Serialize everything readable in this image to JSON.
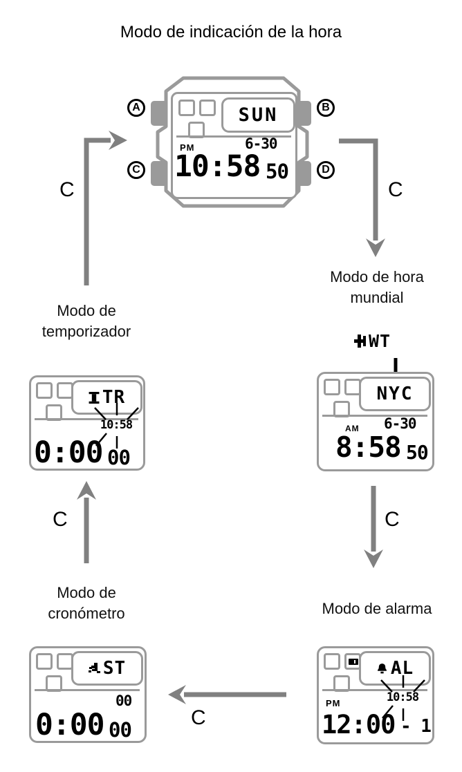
{
  "title": "Modo de indicación de la hora",
  "press_key_label": "C",
  "watch_buttons": {
    "a": "A",
    "b": "B",
    "c": "C",
    "d": "D"
  },
  "colors": {
    "case_gray": "#9a9a9a",
    "arrow_gray": "#808080",
    "ink": "#000000"
  },
  "timekeeping": {
    "day": "SUN",
    "ampm": "PM",
    "date": "6-30",
    "time": "10:58",
    "seconds": "50"
  },
  "world_time": {
    "label_line1": "Modo de hora",
    "label_line2": "mundial",
    "indicator": "WT",
    "city": "NYC",
    "ampm": "AM",
    "date": "6-30",
    "time": "8:58",
    "seconds": "50"
  },
  "alarm": {
    "label": "Modo de alarma",
    "mode": "AL",
    "ampm": "PM",
    "flash_time": "10:58",
    "time": "12:00",
    "alarm_number": "- 1"
  },
  "stopwatch": {
    "label_line1": "Modo de",
    "label_line2": "cronómetro",
    "mode": "ST",
    "upper_digits": "00",
    "time": "0:00",
    "hundredths": "00"
  },
  "timer": {
    "label_line1": "Modo de",
    "label_line2": "temporizador",
    "mode": "TR",
    "flash_time": "10:58",
    "time": "0:00",
    "hundredths": "00"
  }
}
